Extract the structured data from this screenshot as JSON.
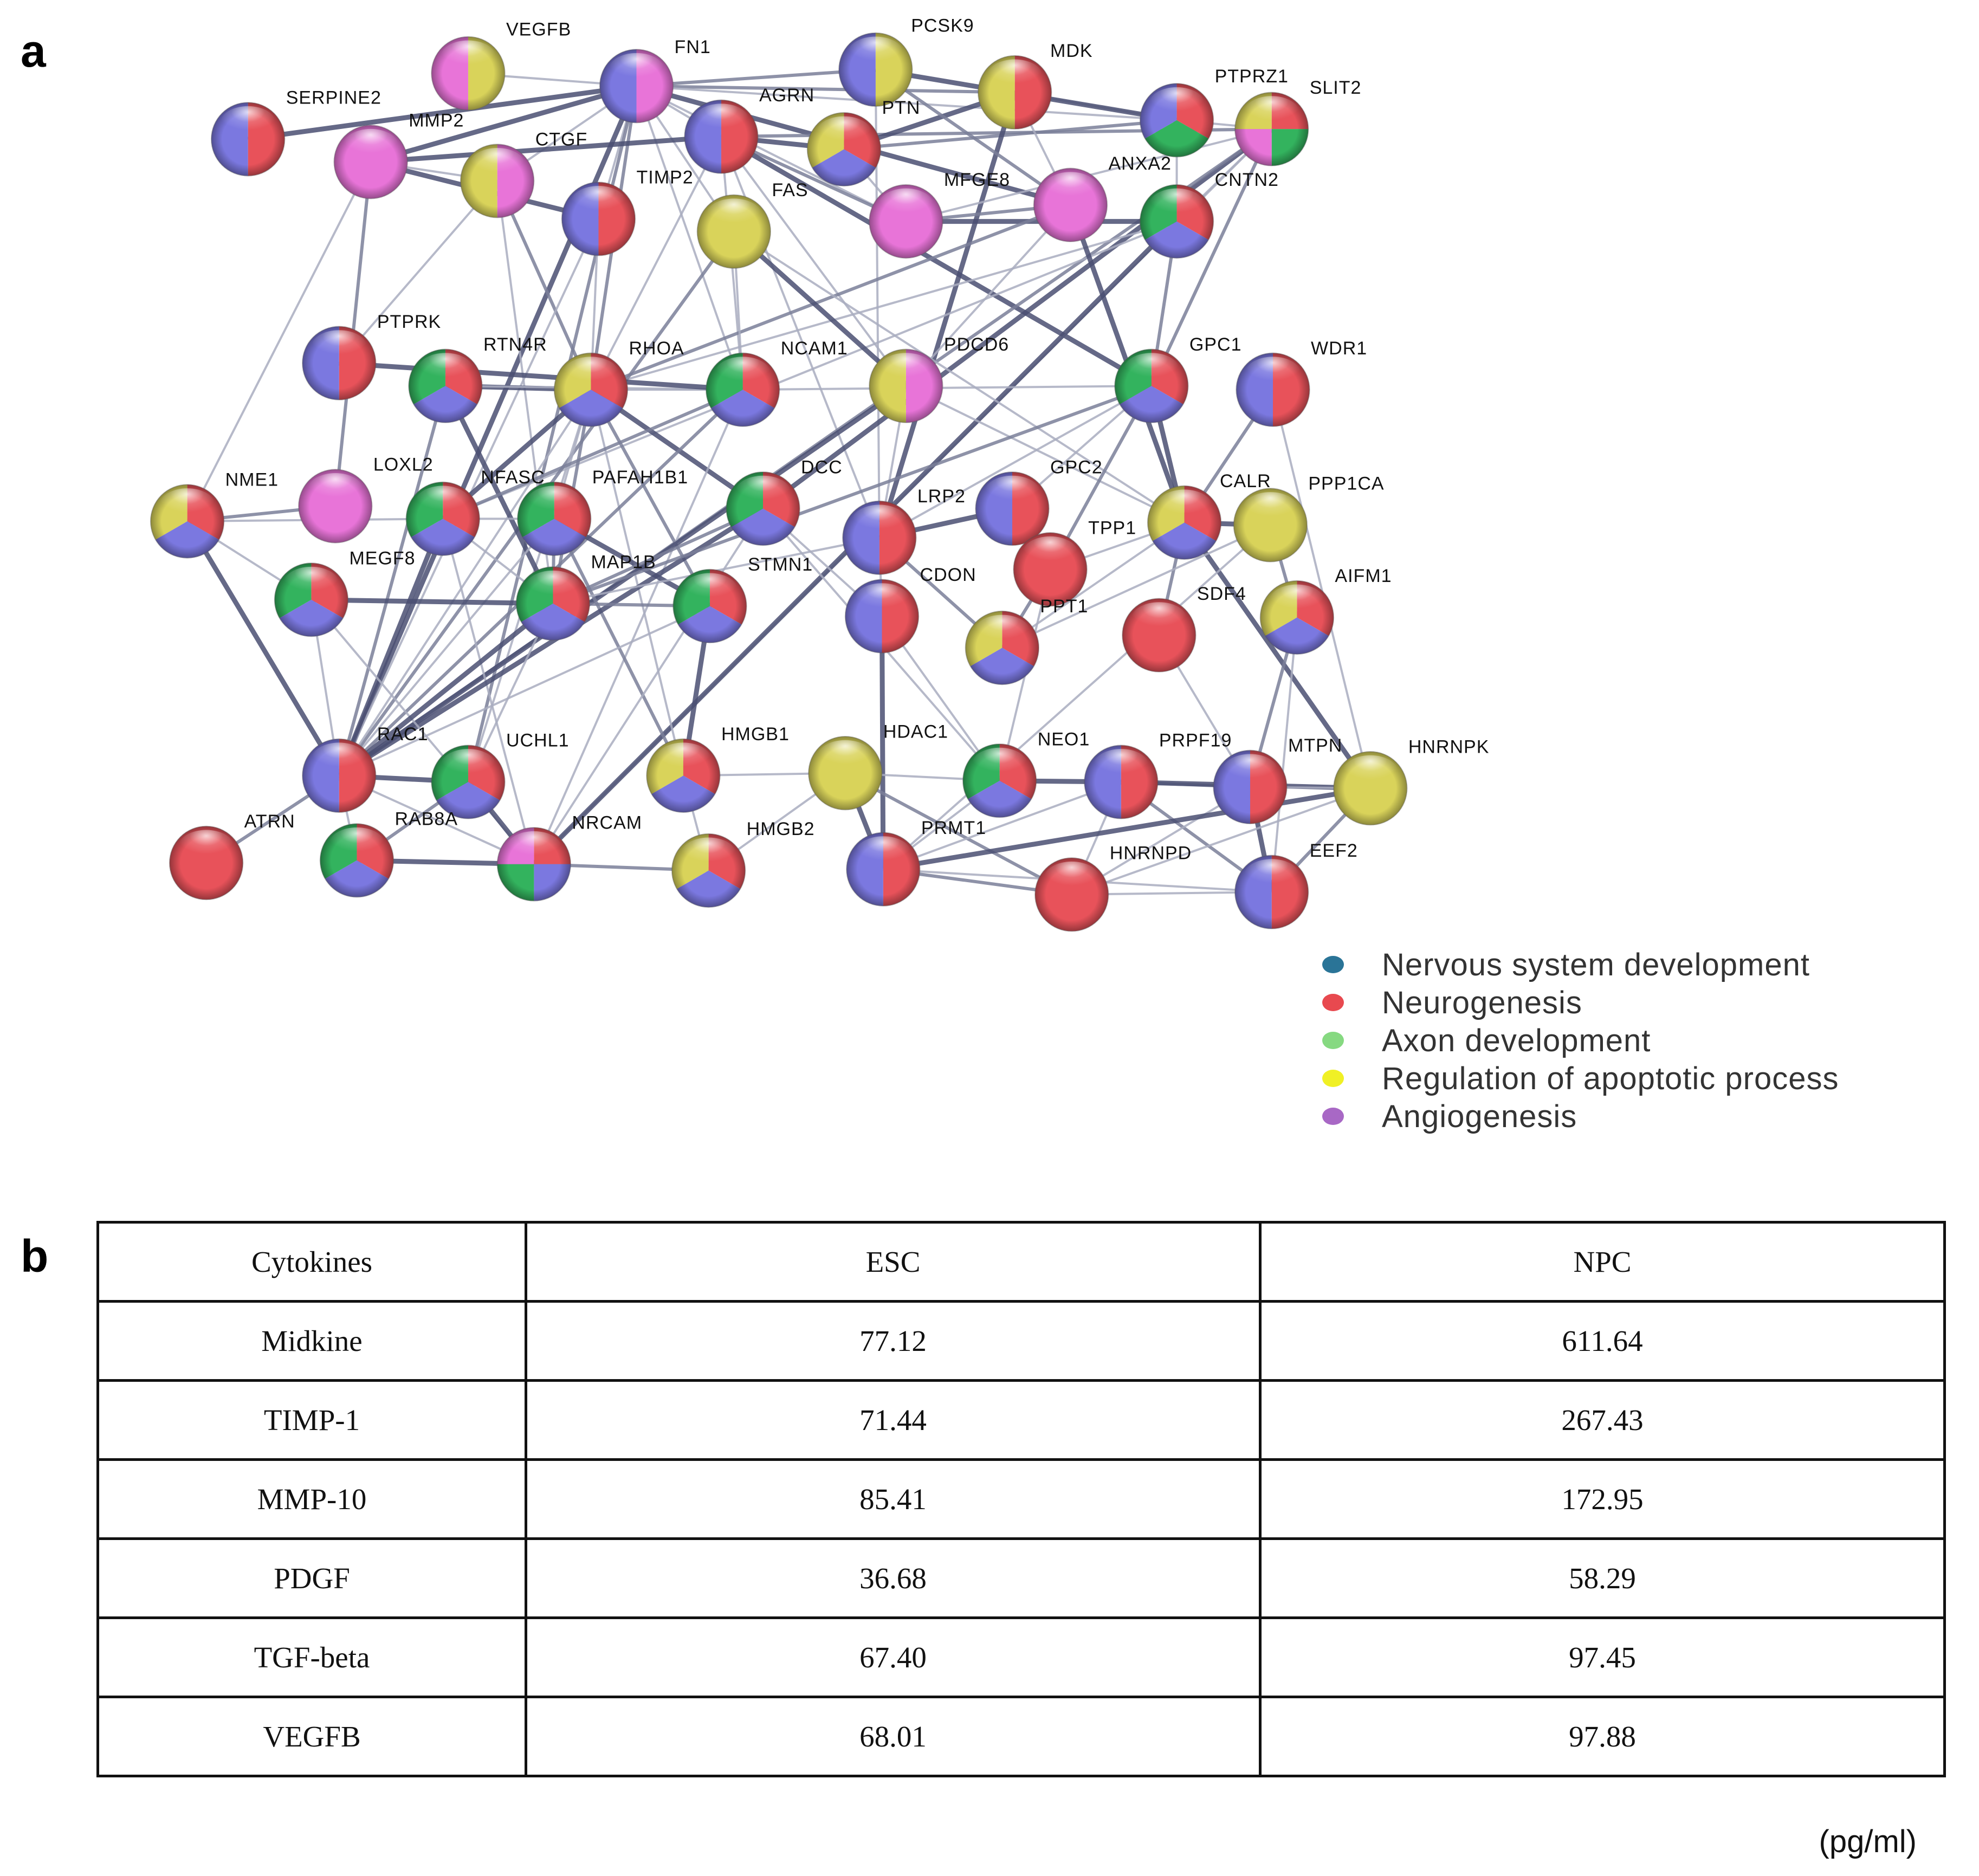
{
  "panel_labels": {
    "a": "a",
    "b": "b"
  },
  "network": {
    "colors": {
      "neurogenesis": "#e8525a",
      "nervous": "#7b78e0",
      "axon": "#33b35e",
      "apoptotic": "#d9d35a",
      "angiogenesis": "#e874d8"
    },
    "nodes": [
      {
        "id": "VEGFB",
        "label": "VEGFB",
        "colors": [
          "apoptotic",
          "angiogenesis"
        ]
      },
      {
        "id": "FN1",
        "label": "FN1",
        "colors": [
          "angiogenesis",
          "nervous"
        ]
      },
      {
        "id": "PCSK9",
        "label": "PCSK9",
        "colors": [
          "apoptotic",
          "nervous"
        ]
      },
      {
        "id": "MDK",
        "label": "MDK",
        "colors": [
          "neurogenesis",
          "apoptotic"
        ]
      },
      {
        "id": "PTPRZ1",
        "label": "PTPRZ1",
        "colors": [
          "neurogenesis",
          "axon",
          "nervous"
        ]
      },
      {
        "id": "SLIT2",
        "label": "SLIT2",
        "colors": [
          "neurogenesis",
          "axon",
          "angiogenesis",
          "apoptotic"
        ]
      },
      {
        "id": "SERPINE2",
        "label": "SERPINE2",
        "colors": [
          "neurogenesis",
          "nervous"
        ]
      },
      {
        "id": "MMP2",
        "label": "MMP2",
        "colors": [
          "angiogenesis"
        ]
      },
      {
        "id": "AGRN",
        "label": "AGRN",
        "colors": [
          "neurogenesis",
          "nervous"
        ]
      },
      {
        "id": "PTN",
        "label": "PTN",
        "colors": [
          "neurogenesis",
          "nervous",
          "apoptotic"
        ]
      },
      {
        "id": "CTGF",
        "label": "CTGF",
        "colors": [
          "angiogenesis",
          "apoptotic"
        ]
      },
      {
        "id": "TIMP2",
        "label": "TIMP2",
        "colors": [
          "neurogenesis",
          "nervous"
        ]
      },
      {
        "id": "FAS",
        "label": "FAS",
        "colors": [
          "apoptotic"
        ]
      },
      {
        "id": "MFGE8",
        "label": "MFGE8",
        "colors": [
          "angiogenesis"
        ]
      },
      {
        "id": "ANXA2",
        "label": "ANXA2",
        "colors": [
          "angiogenesis"
        ]
      },
      {
        "id": "CNTN2",
        "label": "CNTN2",
        "colors": [
          "neurogenesis",
          "nervous",
          "axon"
        ]
      },
      {
        "id": "PTPRK",
        "label": "PTPRK",
        "colors": [
          "neurogenesis",
          "nervous"
        ]
      },
      {
        "id": "RTN4R",
        "label": "RTN4R",
        "colors": [
          "neurogenesis",
          "nervous",
          "axon"
        ]
      },
      {
        "id": "RHOA",
        "label": "RHOA",
        "colors": [
          "neurogenesis",
          "nervous",
          "apoptotic"
        ]
      },
      {
        "id": "NCAM1",
        "label": "NCAM1",
        "colors": [
          "neurogenesis",
          "nervous",
          "axon"
        ]
      },
      {
        "id": "PDCD6",
        "label": "PDCD6",
        "colors": [
          "angiogenesis",
          "apoptotic"
        ]
      },
      {
        "id": "GPC1",
        "label": "GPC1",
        "colors": [
          "neurogenesis",
          "nervous",
          "axon"
        ]
      },
      {
        "id": "WDR1",
        "label": "WDR1",
        "colors": [
          "neurogenesis",
          "nervous"
        ]
      },
      {
        "id": "NME1",
        "label": "NME1",
        "colors": [
          "neurogenesis",
          "nervous",
          "apoptotic"
        ]
      },
      {
        "id": "LOXL2",
        "label": "LOXL2",
        "colors": [
          "angiogenesis"
        ]
      },
      {
        "id": "NFASC",
        "label": "NFASC",
        "colors": [
          "neurogenesis",
          "nervous",
          "axon"
        ]
      },
      {
        "id": "PAFAH1B1",
        "label": "PAFAH1B1",
        "colors": [
          "neurogenesis",
          "nervous",
          "axon"
        ]
      },
      {
        "id": "DCC",
        "label": "DCC",
        "colors": [
          "neurogenesis",
          "nervous",
          "axon"
        ]
      },
      {
        "id": "LRP2",
        "label": "LRP2",
        "colors": [
          "neurogenesis",
          "nervous"
        ]
      },
      {
        "id": "GPC2",
        "label": "GPC2",
        "colors": [
          "neurogenesis",
          "nervous"
        ]
      },
      {
        "id": "CALR",
        "label": "CALR",
        "colors": [
          "neurogenesis",
          "nervous",
          "apoptotic"
        ]
      },
      {
        "id": "PPP1CA",
        "label": "PPP1CA",
        "colors": [
          "apoptotic"
        ]
      },
      {
        "id": "MEGF8",
        "label": "MEGF8",
        "colors": [
          "neurogenesis",
          "nervous",
          "axon"
        ]
      },
      {
        "id": "MAP1B",
        "label": "MAP1B",
        "colors": [
          "neurogenesis",
          "nervous",
          "axon"
        ]
      },
      {
        "id": "STMN1",
        "label": "STMN1",
        "colors": [
          "neurogenesis",
          "nervous",
          "axon"
        ]
      },
      {
        "id": "TPP1",
        "label": "TPP1",
        "colors": [
          "neurogenesis"
        ]
      },
      {
        "id": "CDON",
        "label": "CDON",
        "colors": [
          "neurogenesis",
          "nervous"
        ]
      },
      {
        "id": "PPT1",
        "label": "PPT1",
        "colors": [
          "neurogenesis",
          "nervous",
          "apoptotic"
        ]
      },
      {
        "id": "SDF4",
        "label": "SDF4",
        "colors": [
          "neurogenesis"
        ]
      },
      {
        "id": "AIFM1",
        "label": "AIFM1",
        "colors": [
          "neurogenesis",
          "nervous",
          "apoptotic"
        ]
      },
      {
        "id": "RAC1",
        "label": "RAC1",
        "colors": [
          "neurogenesis",
          "nervous"
        ]
      },
      {
        "id": "UCHL1",
        "label": "UCHL1",
        "colors": [
          "neurogenesis",
          "nervous",
          "axon"
        ]
      },
      {
        "id": "HMGB1",
        "label": "HMGB1",
        "colors": [
          "neurogenesis",
          "nervous",
          "apoptotic"
        ]
      },
      {
        "id": "HDAC1",
        "label": "HDAC1",
        "colors": [
          "apoptotic"
        ]
      },
      {
        "id": "NEO1",
        "label": "NEO1",
        "colors": [
          "neurogenesis",
          "nervous",
          "axon"
        ]
      },
      {
        "id": "PRPF19",
        "label": "PRPF19",
        "colors": [
          "neurogenesis",
          "nervous"
        ]
      },
      {
        "id": "MTPN",
        "label": "MTPN",
        "colors": [
          "neurogenesis",
          "nervous"
        ]
      },
      {
        "id": "HNRNPK",
        "label": "HNRNPK",
        "colors": [
          "apoptotic"
        ]
      },
      {
        "id": "ATRN",
        "label": "ATRN",
        "colors": [
          "neurogenesis"
        ]
      },
      {
        "id": "RAB8A",
        "label": "RAB8A",
        "colors": [
          "neurogenesis",
          "nervous",
          "axon"
        ]
      },
      {
        "id": "NRCAM",
        "label": "NRCAM",
        "colors": [
          "neurogenesis",
          "nervous",
          "axon",
          "angiogenesis"
        ]
      },
      {
        "id": "HMGB2",
        "label": "HMGB2",
        "colors": [
          "neurogenesis",
          "nervous",
          "apoptotic"
        ]
      },
      {
        "id": "PRMT1",
        "label": "PRMT1",
        "colors": [
          "neurogenesis",
          "nervous"
        ]
      },
      {
        "id": "HNRNPD",
        "label": "HNRNPD",
        "colors": [
          "neurogenesis"
        ]
      },
      {
        "id": "EEF2",
        "label": "EEF2",
        "colors": [
          "neurogenesis",
          "nervous"
        ]
      }
    ],
    "edges": [
      [
        "FN1",
        "MMP2"
      ],
      [
        "FN1",
        "CTGF"
      ],
      [
        "FN1",
        "TIMP2"
      ],
      [
        "FN1",
        "RHOA"
      ],
      [
        "FN1",
        "RAC1"
      ],
      [
        "FN1",
        "AGRN"
      ],
      [
        "FN1",
        "PCSK9"
      ],
      [
        "FN1",
        "VEGFB"
      ],
      [
        "FN1",
        "SERPINE2"
      ],
      [
        "FN1",
        "MDK"
      ],
      [
        "FN1",
        "NCAM1"
      ],
      [
        "FN1",
        "MFGE8"
      ],
      [
        "FN1",
        "ANXA2"
      ],
      [
        "FN1",
        "FAS"
      ],
      [
        "FN1",
        "PTPRZ1"
      ],
      [
        "FN1",
        "UCHL1"
      ],
      [
        "MMP2",
        "TIMP2"
      ],
      [
        "MMP2",
        "CTGF"
      ],
      [
        "MMP2",
        "LOXL2"
      ],
      [
        "MMP2",
        "NME1"
      ],
      [
        "MMP2",
        "AGRN"
      ],
      [
        "CTGF",
        "RHOA"
      ],
      [
        "CTGF",
        "PTPRK"
      ],
      [
        "CTGF",
        "MAP1B"
      ],
      [
        "AGRN",
        "PTN"
      ],
      [
        "AGRN",
        "LRP2"
      ],
      [
        "AGRN",
        "NCAM1"
      ],
      [
        "AGRN",
        "MFGE8"
      ],
      [
        "AGRN",
        "GPC1"
      ],
      [
        "AGRN",
        "PDCD6"
      ],
      [
        "AGRN",
        "SLIT2"
      ],
      [
        "AGRN",
        "RHOA"
      ],
      [
        "PTN",
        "MDK"
      ],
      [
        "PTN",
        "PTPRZ1"
      ],
      [
        "PTN",
        "MFGE8"
      ],
      [
        "MDK",
        "PTPRZ1"
      ],
      [
        "MDK",
        "LRP2"
      ],
      [
        "MDK",
        "ANXA2"
      ],
      [
        "PCSK9",
        "LRP2"
      ],
      [
        "PCSK9",
        "ANXA2"
      ],
      [
        "PCSK9",
        "PTPRZ1"
      ],
      [
        "SLIT2",
        "CNTN2"
      ],
      [
        "SLIT2",
        "GPC1"
      ],
      [
        "SLIT2",
        "NRCAM"
      ],
      [
        "SLIT2",
        "DCC"
      ],
      [
        "SLIT2",
        "RAC1"
      ],
      [
        "SLIT2",
        "MFGE8"
      ],
      [
        "SLIT2",
        "PTPRZ1"
      ],
      [
        "CNTN2",
        "NRCAM"
      ],
      [
        "CNTN2",
        "NFASC"
      ],
      [
        "CNTN2",
        "RHOA"
      ],
      [
        "CNTN2",
        "GPC1"
      ],
      [
        "CNTN2",
        "MFGE8"
      ],
      [
        "CNTN2",
        "PTPRZ1"
      ],
      [
        "ANXA2",
        "MFGE8"
      ],
      [
        "ANXA2",
        "PDCD6"
      ],
      [
        "ANXA2",
        "CALR"
      ],
      [
        "ANXA2",
        "RHOA"
      ],
      [
        "TIMP2",
        "RAC1"
      ],
      [
        "TIMP2",
        "RHOA"
      ],
      [
        "FAS",
        "PDCD6"
      ],
      [
        "FAS",
        "NCAM1"
      ],
      [
        "FAS",
        "CALR"
      ],
      [
        "FAS",
        "RAC1"
      ],
      [
        "RHOA",
        "RTN4R"
      ],
      [
        "RHOA",
        "RAC1"
      ],
      [
        "RHOA",
        "MAP1B"
      ],
      [
        "RHOA",
        "NCAM1"
      ],
      [
        "RHOA",
        "DCC"
      ],
      [
        "RHOA",
        "STMN1"
      ],
      [
        "RHOA",
        "HMGB1"
      ],
      [
        "RHOA",
        "PAFAH1B1"
      ],
      [
        "RHOA",
        "NFASC"
      ],
      [
        "RHOA",
        "UCHL1"
      ],
      [
        "RTN4R",
        "NCAM1"
      ],
      [
        "RTN4R",
        "RAC1"
      ],
      [
        "RTN4R",
        "MAP1B"
      ],
      [
        "NCAM1",
        "NRCAM"
      ],
      [
        "NCAM1",
        "NFASC"
      ],
      [
        "NCAM1",
        "GPC1"
      ],
      [
        "NCAM1",
        "PTPRK"
      ],
      [
        "NCAM1",
        "RAC1"
      ],
      [
        "PDCD6",
        "LRP2"
      ],
      [
        "PDCD6",
        "CALR"
      ],
      [
        "PDCD6",
        "RAC1"
      ],
      [
        "GPC1",
        "LRP2"
      ],
      [
        "GPC1",
        "GPC2"
      ],
      [
        "GPC1",
        "TPP1"
      ],
      [
        "GPC1",
        "CALR"
      ],
      [
        "WDR1",
        "HNRNPK"
      ],
      [
        "WDR1",
        "CALR"
      ],
      [
        "NME1",
        "MEGF8"
      ],
      [
        "NME1",
        "RAC1"
      ],
      [
        "NME1",
        "LOXL2"
      ],
      [
        "NME1",
        "NFASC"
      ],
      [
        "NFASC",
        "MAP1B"
      ],
      [
        "NFASC",
        "RAC1"
      ],
      [
        "NFASC",
        "NRCAM"
      ],
      [
        "NFASC",
        "PAFAH1B1"
      ],
      [
        "PAFAH1B1",
        "MAP1B"
      ],
      [
        "PAFAH1B1",
        "STMN1"
      ],
      [
        "PAFAH1B1",
        "RAC1"
      ],
      [
        "PAFAH1B1",
        "HMGB1"
      ],
      [
        "DCC",
        "NRCAM"
      ],
      [
        "DCC",
        "RAC1"
      ],
      [
        "DCC",
        "MAP1B"
      ],
      [
        "DCC",
        "NEO1"
      ],
      [
        "DCC",
        "CDON"
      ],
      [
        "LRP2",
        "GPC2"
      ],
      [
        "LRP2",
        "MAP1B"
      ],
      [
        "LRP2",
        "CDON"
      ],
      [
        "LRP2",
        "PPT1"
      ],
      [
        "CALR",
        "PPP1CA"
      ],
      [
        "CALR",
        "PPT1"
      ],
      [
        "CALR",
        "SDF4"
      ],
      [
        "CALR",
        "TPP1"
      ],
      [
        "CALR",
        "HNRNPK"
      ],
      [
        "PPP1CA",
        "AIFM1"
      ],
      [
        "PPP1CA",
        "PRMT1"
      ],
      [
        "PPP1CA",
        "PPT1"
      ],
      [
        "MEGF8",
        "MAP1B"
      ],
      [
        "MEGF8",
        "NRCAM"
      ],
      [
        "MEGF8",
        "RAC1"
      ],
      [
        "MAP1B",
        "STMN1"
      ],
      [
        "MAP1B",
        "RAC1"
      ],
      [
        "MAP1B",
        "UCHL1"
      ],
      [
        "MAP1B",
        "GPC1"
      ],
      [
        "STMN1",
        "RAC1"
      ],
      [
        "STMN1",
        "HMGB1"
      ],
      [
        "TPP1",
        "PPT1"
      ],
      [
        "TPP1",
        "NEO1"
      ],
      [
        "CDON",
        "NEO1"
      ],
      [
        "CDON",
        "PRMT1"
      ],
      [
        "SDF4",
        "MTPN"
      ],
      [
        "AIFM1",
        "EEF2"
      ],
      [
        "AIFM1",
        "MTPN"
      ],
      [
        "RAC1",
        "UCHL1"
      ],
      [
        "RAC1",
        "RAB8A"
      ],
      [
        "RAC1",
        "ATRN"
      ],
      [
        "RAC1",
        "NRCAM"
      ],
      [
        "UCHL1",
        "NRCAM"
      ],
      [
        "UCHL1",
        "RAB8A"
      ],
      [
        "HMGB1",
        "HMGB2"
      ],
      [
        "HMGB1",
        "HDAC1"
      ],
      [
        "HDAC1",
        "PRMT1"
      ],
      [
        "HDAC1",
        "NEO1"
      ],
      [
        "HDAC1",
        "HMGB2"
      ],
      [
        "HDAC1",
        "HNRNPD"
      ],
      [
        "NEO1",
        "PRPF19"
      ],
      [
        "NEO1",
        "PRMT1"
      ],
      [
        "PRPF19",
        "MTPN"
      ],
      [
        "PRPF19",
        "HNRNPD"
      ],
      [
        "PRPF19",
        "HNRNPK"
      ],
      [
        "PRPF19",
        "EEF2"
      ],
      [
        "PRPF19",
        "PRMT1"
      ],
      [
        "MTPN",
        "HNRNPK"
      ],
      [
        "MTPN",
        "EEF2"
      ],
      [
        "MTPN",
        "HNRNPD"
      ],
      [
        "HNRNPK",
        "HNRNPD"
      ],
      [
        "HNRNPK",
        "EEF2"
      ],
      [
        "HNRNPK",
        "PRMT1"
      ],
      [
        "HNRNPD",
        "EEF2"
      ],
      [
        "HNRNPD",
        "PRMT1"
      ],
      [
        "PRMT1",
        "EEF2"
      ],
      [
        "RAB8A",
        "NRCAM"
      ],
      [
        "NRCAM",
        "HMGB2"
      ]
    ]
  },
  "legend": [
    {
      "label": "Nervous system development",
      "color": "#2a7497"
    },
    {
      "label": "Neurogenesis",
      "color": "#e8494f"
    },
    {
      "label": "Axon development",
      "color": "#86d981"
    },
    {
      "label": "Regulation of apoptotic process",
      "color": "#f0f025"
    },
    {
      "label": "Angiogenesis",
      "color": "#a868c5"
    }
  ],
  "table": {
    "headers": [
      "Cytokines",
      "ESC",
      "NPC"
    ],
    "rows": [
      [
        "Midkine",
        "77.12",
        "611.64"
      ],
      [
        "TIMP-1",
        "71.44",
        "267.43"
      ],
      [
        "MMP-10",
        "85.41",
        "172.95"
      ],
      [
        "PDGF",
        "36.68",
        "58.29"
      ],
      [
        "TGF-beta",
        "67.40",
        "97.45"
      ],
      [
        "VEGFB",
        "68.01",
        "97.88"
      ]
    ]
  },
  "unit": "(pg/ml)"
}
